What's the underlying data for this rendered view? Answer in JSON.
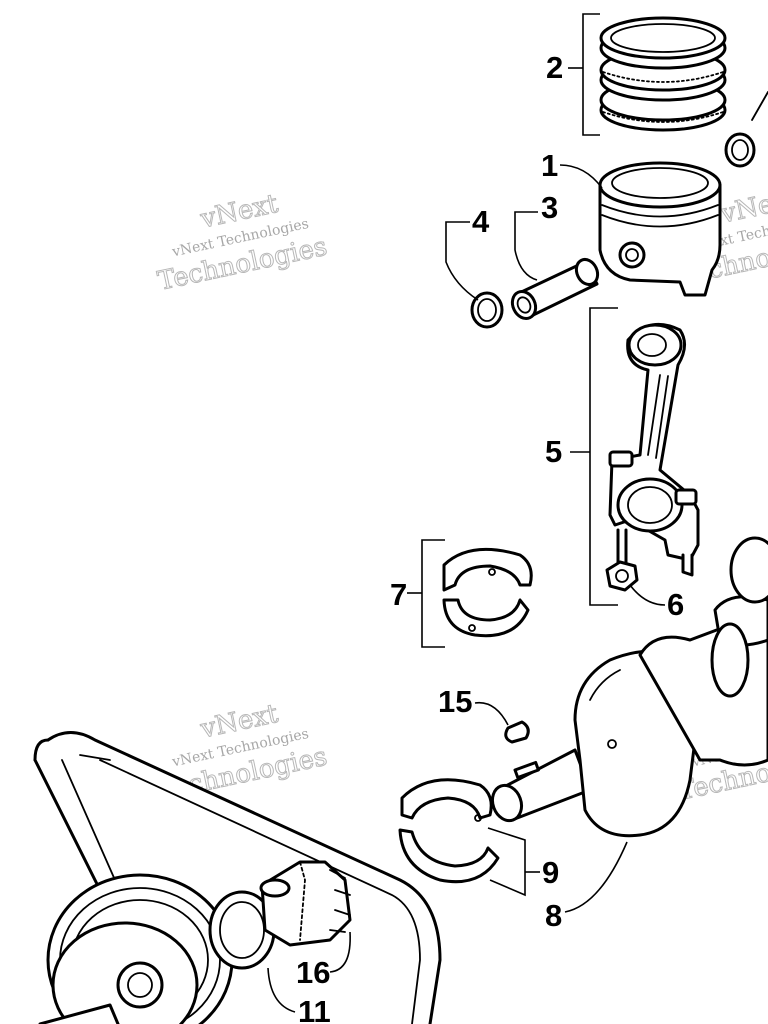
{
  "callouts": {
    "c1": "1",
    "c2": "2",
    "c3": "3",
    "c4": "4",
    "c5": "5",
    "c6": "6",
    "c7": "7",
    "c8": "8",
    "c9": "9",
    "c11": "11",
    "c15": "15",
    "c16": "16"
  },
  "watermarks": [
    {
      "line1": "vNext",
      "line2": "vNext Technologies",
      "line3": "Technologies"
    },
    {
      "line1": "vNext",
      "line2": "vNext Technologies",
      "line3": "Technologies"
    },
    {
      "line1": "vNext",
      "line2": "vNext Technologies",
      "line3": "Technologies"
    },
    {
      "line1": "vNext",
      "line2": "vNext Technologies",
      "line3": "Technologies"
    }
  ],
  "colors": {
    "line": "#000000",
    "background": "#ffffff",
    "watermark": "#9a9a9a"
  }
}
